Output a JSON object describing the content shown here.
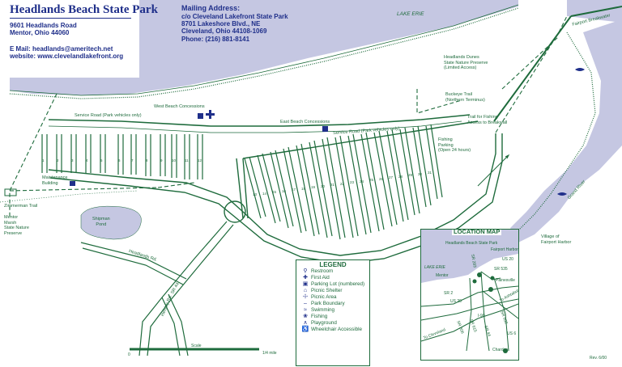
{
  "header": {
    "title": "Headlands Beach State Park",
    "address_line1": "9601 Headlands Road",
    "address_line2": "Mentor, Ohio 44060",
    "email": "E Mail: headlands@ameritech.net",
    "website": "website: www.clevelandlakefront.org",
    "mailing_heading": "Mailing Address:",
    "mailing_line1": "c/o Cleveland Lakefront State Park",
    "mailing_line2": "8701 Lakeshore Blvd., NE",
    "mailing_line3": "Cleveland, Ohio 44108-1069",
    "mailing_phone": "Phone: (216) 881-8141"
  },
  "map_labels": {
    "lake_erie": "LAKE ERIE",
    "fairport_breakwater": "Fairport Breakwater",
    "dunes_preserve_1": "Headlands Dunes",
    "dunes_preserve_2": "State Nature Preserve",
    "dunes_preserve_3": "(Limited Access)",
    "buckeye_1": "Buckeye Trail",
    "buckeye_2": "(Northern Terminus)",
    "trail_fishing_1": "Trail for Fishing",
    "trail_fishing_2": "Access to Breakwall",
    "fishing_parking_1": "Fishing",
    "fishing_parking_2": "Parking",
    "fishing_parking_3": "(Open 24 hours)",
    "west_concessions": "West Beach Concessions",
    "east_concessions": "East Beach Concessions",
    "service_road_west": "Service Road (Park vehicles only)",
    "service_road_east": "Service Road (Park vehicles only)",
    "maintenance_1": "Maintenance",
    "maintenance_2": "Building",
    "zimmerman": "Zimmerman Trail",
    "mentor_marsh_1": "Mentor",
    "mentor_marsh_2": "Marsh",
    "mentor_marsh_3": "State Nature",
    "mentor_marsh_4": "Preserve",
    "shipman_1": "Shipman",
    "shipman_2": "Pond",
    "headlands_rd": "Headlands Rd.",
    "sr44": "SR 44",
    "heisley_rd": "Heisley Rd.",
    "river": "Grand River",
    "village_1": "Village of",
    "village_2": "Fairport Harbor",
    "scale_label": "Scale",
    "scale_zero": "0",
    "scale_quarter": "1/4 mile",
    "rev": "Rev. 6/00"
  },
  "lot_numbers_west": [
    "1",
    "2",
    "3",
    "4",
    "5",
    "6",
    "7",
    "8",
    "9",
    "10",
    "11",
    "12"
  ],
  "lot_numbers_east": [
    "13",
    "14",
    "15",
    "16",
    "17",
    "18",
    "19",
    "20",
    "21",
    "22",
    "23",
    "24",
    "25",
    "26",
    "27",
    "28",
    "29",
    "30",
    "31"
  ],
  "legend": {
    "heading": "LEGEND",
    "items": [
      {
        "icon": "restroom-icon",
        "glyph": "⚲",
        "label": "Restroom"
      },
      {
        "icon": "first-aid-icon",
        "glyph": "✚",
        "label": "First Aid"
      },
      {
        "icon": "parking-lot-icon",
        "glyph": "▣",
        "label": "Parking Lot (numbered)"
      },
      {
        "icon": "picnic-shelter-icon",
        "glyph": "⌂",
        "label": "Picnic Shelter"
      },
      {
        "icon": "picnic-area-icon",
        "glyph": "☩",
        "label": "Picnic Area"
      },
      {
        "icon": "park-boundary-icon",
        "glyph": "‒",
        "label": "Park Boundary"
      },
      {
        "icon": "swimming-icon",
        "glyph": "≈",
        "label": "Swimming"
      },
      {
        "icon": "fishing-icon",
        "glyph": "❀",
        "label": "Fishing"
      },
      {
        "icon": "playground-icon",
        "glyph": "∧",
        "label": "Playground"
      },
      {
        "icon": "wheelchair-icon",
        "glyph": "♿",
        "label": "Wheelchair Accessible"
      }
    ]
  },
  "location_map": {
    "title": "LOCATION MAP",
    "park": "Headlands Beach State Park",
    "fairport": "Fairport Harbor",
    "lake": "LAKE ERIE",
    "mentor": "Mentor",
    "painesville": "Painesville",
    "chardon": "Chardon",
    "to_ashtabula": "To Ashtabula",
    "to_cleveland": "To Cleveland",
    "us20_a": "US 20",
    "us20_b": "US 20",
    "sr535": "SR 535",
    "sr2": "SR 2",
    "i90": "I-90",
    "sr615": "SR 615",
    "sr306": "SR 306",
    "sr608": "SR 608",
    "sr44": "SR 44",
    "us6": "US 6",
    "sr283": "SR 283"
  }
}
